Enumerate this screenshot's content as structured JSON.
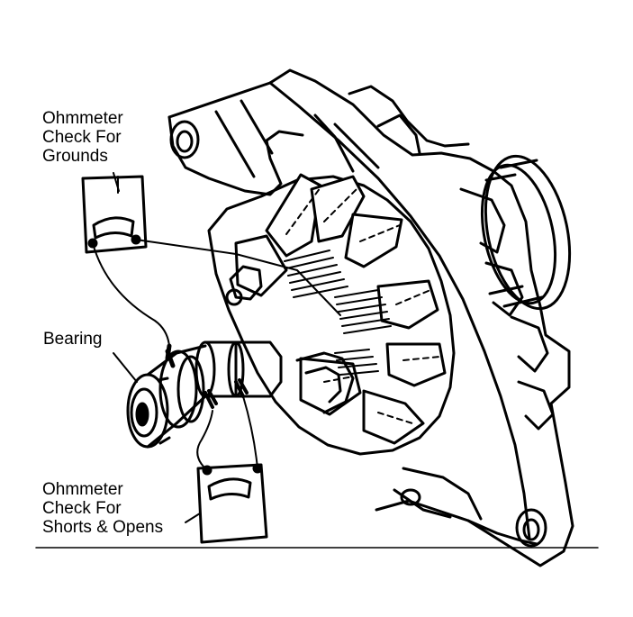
{
  "labels": {
    "grounds_line1": "Ohmmeter",
    "grounds_line2": "Check For",
    "grounds_line3": "Grounds",
    "bearing": "Bearing",
    "shorts_line1": "Ohmmeter",
    "shorts_line2": "Check For",
    "shorts_line3": "Shorts & Opens"
  },
  "colors": {
    "ink": "#000000",
    "paper": "#ffffff"
  },
  "icons": [
    "ohmmeter-icon",
    "ohmmeter-icon"
  ]
}
